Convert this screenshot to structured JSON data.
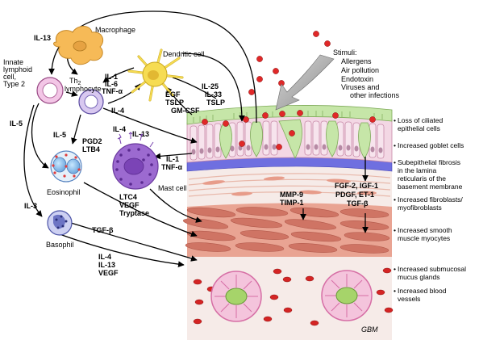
{
  "cells": {
    "macrophage": "Macrophage",
    "dendritic": "Dendritic cell",
    "innate_lines": [
      "Innate",
      "lymphoid",
      "cell,",
      "Type 2"
    ],
    "th2_main": "Th",
    "th2_sub": "2",
    "th2_line2": "lymphocyte",
    "eosinophil": "Eosinophil",
    "basophil": "Basophil",
    "mast": "Mast cell"
  },
  "stimuli": {
    "title": "Stimuli:",
    "items": [
      "Allergens",
      "Air pollution",
      "Endotoxin",
      "Viruses and",
      "other infections"
    ]
  },
  "mediators": {
    "il13_top": "IL-13",
    "il5_left": "IL-5",
    "il3": "IL-3",
    "dc_cytokines": [
      "IL-1",
      "IL-6",
      "TNF-α"
    ],
    "il4_th2": "IL-4",
    "il5_th2": "IL-5",
    "pgd2": [
      "PGD2",
      "LTB4"
    ],
    "il4_il13": [
      "IL-4",
      "IL-13"
    ],
    "epithelial_to_dc": [
      "EGF",
      "TSLP",
      "GM-CSF"
    ],
    "epithelial_cytokines": [
      "IL-25",
      "IL-33",
      "TSLP"
    ],
    "il1_tnf": [
      "IL-1",
      "TNF-α"
    ],
    "mast_products": [
      "LTC4",
      "VEGF",
      "Tryptase"
    ],
    "tgfb_left": "TGF-β",
    "basophil_products": [
      "IL-4",
      "IL-13",
      "VEGF"
    ],
    "mmp": [
      "MMP-9",
      "TIMP-1"
    ],
    "growth": [
      "FGF-2, IGF-1",
      "PDGF, ET-1",
      "TGF-β"
    ]
  },
  "outcomes": [
    [
      "Loss of ciliated",
      "epithelial cells"
    ],
    [
      "Increased goblet cells"
    ],
    [
      "Subepithelial fibrosis",
      "in the lamina",
      "reticularis of the",
      "basement membrane"
    ],
    [
      "Increased fibroblasts/",
      "myofibroblasts"
    ],
    [
      "Increased smooth",
      "muscle myocytes"
    ],
    [
      "Increased submucosal",
      "mucus glands"
    ],
    [
      "Increased blood",
      "vessels"
    ]
  ],
  "signature": "GBM",
  "colors": {
    "epithelium": "#f3d7e4",
    "mucus": "#c6e6a8",
    "basement": "#6f6fe0",
    "muscle": "#cf7464",
    "mast": "#9c6ad0",
    "dendritic": "#f6dc52",
    "macrophage": "#f6ba57",
    "gland": "#e694be",
    "red": "#e02828"
  }
}
